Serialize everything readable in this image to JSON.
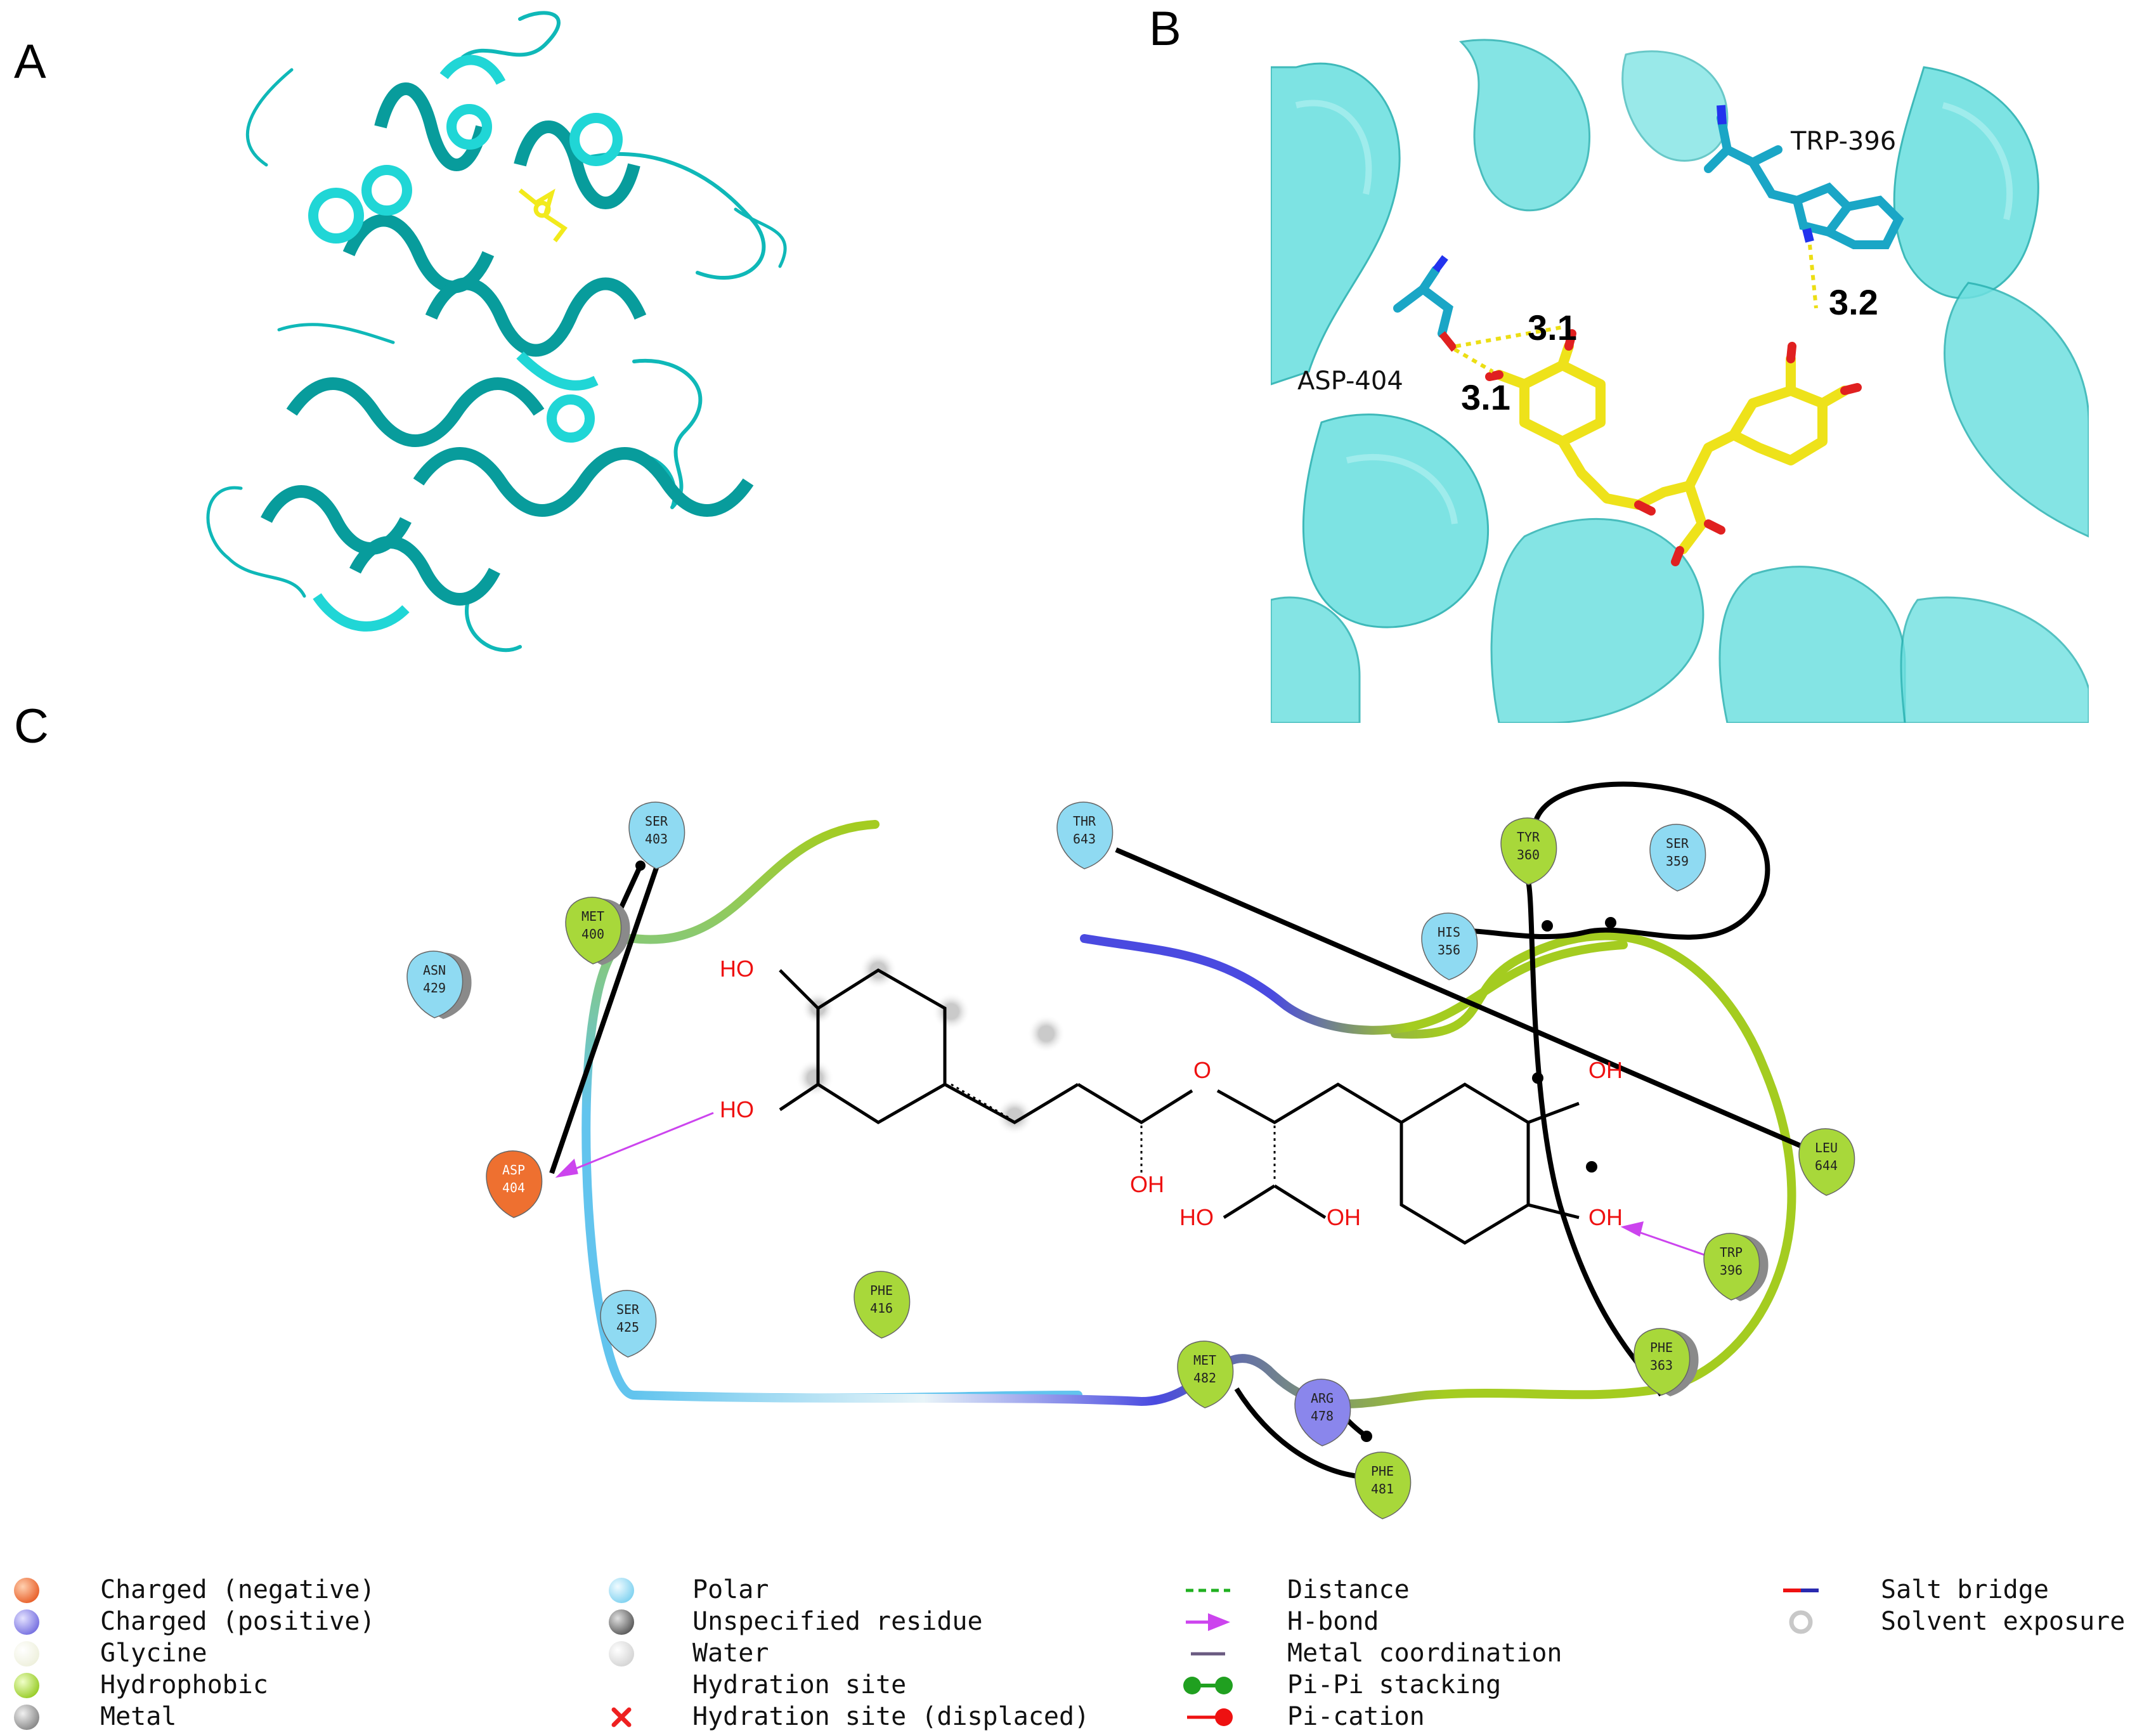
{
  "panels": {
    "a": {
      "letter": "A"
    },
    "b": {
      "letter": "B",
      "residues": [
        "TRP-396",
        "ASP-404"
      ],
      "distances": [
        "3.1",
        "3.1",
        "3.2"
      ]
    },
    "c": {
      "letter": "C"
    }
  },
  "colors": {
    "protein": "#20c8c8",
    "protein_light": "#7fe6e6",
    "ligand": "#f2ea1c",
    "charged_negative": "#ee7030",
    "charged_positive": "#8a86ec",
    "polar": "#8fdaf2",
    "hydrophobic": "#a8d83a",
    "glycine": "#f4f6e8",
    "hbond": "#cc44ee",
    "hydroxyl": "#ee1111",
    "ribbon_blue": "#5ac8f0",
    "ribbon_green": "#a0cc20",
    "ribbon_purple": "#4040d8"
  },
  "interaction_diagram": {
    "residues": [
      {
        "name": "SER",
        "num": "403",
        "type": "polar"
      },
      {
        "name": "MET",
        "num": "400",
        "type": "hydrophobic"
      },
      {
        "name": "ASN",
        "num": "429",
        "type": "polar"
      },
      {
        "name": "ASP",
        "num": "404",
        "type": "charged_negative"
      },
      {
        "name": "SER",
        "num": "425",
        "type": "polar"
      },
      {
        "name": "PHE",
        "num": "416",
        "type": "hydrophobic"
      },
      {
        "name": "THR",
        "num": "643",
        "type": "polar"
      },
      {
        "name": "TYR",
        "num": "360",
        "type": "hydrophobic"
      },
      {
        "name": "SER",
        "num": "359",
        "type": "polar"
      },
      {
        "name": "HIS",
        "num": "356",
        "type": "polar"
      },
      {
        "name": "LEU",
        "num": "644",
        "type": "hydrophobic"
      },
      {
        "name": "TRP",
        "num": "396",
        "type": "hydrophobic"
      },
      {
        "name": "PHE",
        "num": "363",
        "type": "hydrophobic"
      },
      {
        "name": "MET",
        "num": "482",
        "type": "hydrophobic"
      },
      {
        "name": "ARG",
        "num": "478",
        "type": "charged_positive"
      },
      {
        "name": "PHE",
        "num": "481",
        "type": "hydrophobic"
      }
    ],
    "atom_labels": [
      "HO",
      "HO",
      "O",
      "OH",
      "HO",
      "OH",
      "OH",
      "OH"
    ]
  },
  "legend": {
    "col1": [
      "Charged (negative)",
      "Charged (positive)",
      "Glycine",
      "Hydrophobic",
      "Metal"
    ],
    "col2": [
      "Polar",
      "Unspecified residue",
      "Water",
      "Hydration site",
      "Hydration site (displaced)"
    ],
    "col3": [
      "Distance",
      "H-bond",
      "Metal coordination",
      "Pi-Pi stacking",
      "Pi-cation"
    ],
    "col4": [
      "Salt bridge",
      "Solvent exposure"
    ]
  }
}
